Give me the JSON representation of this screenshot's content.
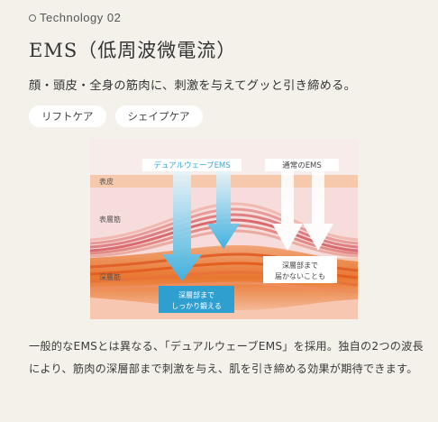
{
  "eyebrow": "Technology 02",
  "title": "EMS（低周波微電流）",
  "lead": "顔・頭皮・全身の筋肉に、刺激を与えてグッと引き締める。",
  "tags": [
    "リフトケア",
    "シェイプケア"
  ],
  "figure": {
    "label_dual": "デュアルウェーブEMS",
    "label_normal": "通常のEMS",
    "layer_epidermis": "表皮",
    "layer_surface": "表層筋",
    "layer_deep": "深層筋",
    "note_deep_line1": "深層部まで",
    "note_deep_line2": "しっかり鍛える",
    "note_normal_line1": "深層部まで",
    "note_normal_line2": "届かないことも",
    "colors": {
      "dual_arrow": "#4fb6df",
      "normal_arrow": "#ffffff",
      "muscle": "#e25b2a"
    }
  },
  "body": "一般的なEMSとは異なる、「デュアルウェーブEMS」を採用。独自の2つの波長により、筋肉の深層部まで刺激を与え、肌を引き締める効果が期待できます。"
}
